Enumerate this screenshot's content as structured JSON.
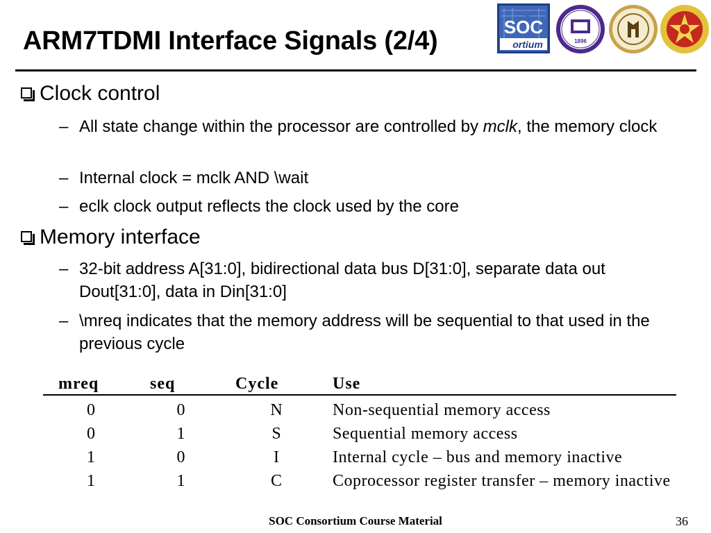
{
  "slide": {
    "title": "ARM7TDMI Interface Signals (2/4)",
    "sections": [
      {
        "heading": "Clock control",
        "items": [
          {
            "pre": "All state change within the processor are controlled by ",
            "em": "mclk",
            "post": ", the memory clock"
          },
          {
            "text": "Internal clock = mclk AND \\wait"
          },
          {
            "text": "eclk clock output reflects the clock used by the core"
          }
        ]
      },
      {
        "heading": "Memory interface",
        "items": [
          {
            "text": "32-bit address A[31:0], bidirectional data bus D[31:0], separate data out Dout[31:0], data in Din[31:0]"
          },
          {
            "text": "\\mreq indicates that the memory address will be sequential to that used in the previous cycle"
          }
        ]
      }
    ],
    "bullet_dash": "–",
    "logos": [
      {
        "name": "soc-consortium-logo",
        "text": "SOC",
        "subtext": "ortium"
      },
      {
        "name": "university-seal-1",
        "text": "1896"
      },
      {
        "name": "university-seal-2"
      },
      {
        "name": "university-seal-3"
      }
    ]
  },
  "table": {
    "headers": [
      "mreq",
      "seq",
      "Cycle",
      "Use"
    ],
    "rows": [
      [
        "0",
        "0",
        "N",
        "Non-sequential memory access"
      ],
      [
        "0",
        "1",
        "S",
        "Sequential memory access"
      ],
      [
        "1",
        "0",
        "I",
        "Internal cycle – bus and memory inactive"
      ],
      [
        "1",
        "1",
        "C",
        "Coprocessor register transfer – memory inactive"
      ]
    ]
  },
  "footer": {
    "text": "SOC Consortium Course Material",
    "page": "36"
  }
}
